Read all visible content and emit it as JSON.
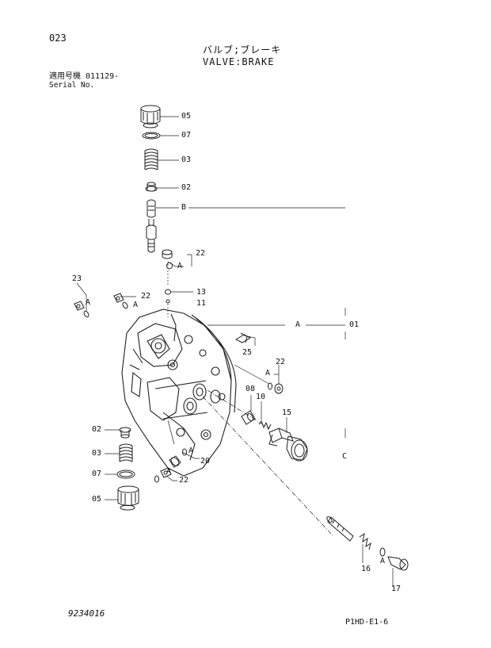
{
  "header": {
    "page_number": "023",
    "title_jp": "バルブ;ブレーキ",
    "title_en": "VALVE:BRAKE",
    "serial_jp": "適用号機 011129-",
    "serial_en": "Serial No."
  },
  "footer": {
    "doc_code_left": "9234016",
    "doc_code_right": "P1HD-E1-6"
  },
  "callouts": {
    "c05_top": "05",
    "c07_top": "07",
    "c03_top": "03",
    "c02_top": "02",
    "cB": "B",
    "c22_a": "22",
    "cA_a": "A",
    "c23": "23",
    "cA_23": "A",
    "c22_b": "22",
    "cA_b": "A",
    "c13": "13",
    "c11": "11",
    "cA_01": "A",
    "c01": "01",
    "c25": "25",
    "cA_c": "A",
    "c22_c": "22",
    "c08": "08",
    "c10": "10",
    "c15": "15",
    "c02_left": "02",
    "c03_left": "03",
    "c07_left": "07",
    "c05_left": "05",
    "cA_d": "A",
    "c20": "20",
    "cA_e": "A",
    "c22_d": "22",
    "cC": "C",
    "c16": "16",
    "cA_f": "A",
    "c17": "17"
  }
}
